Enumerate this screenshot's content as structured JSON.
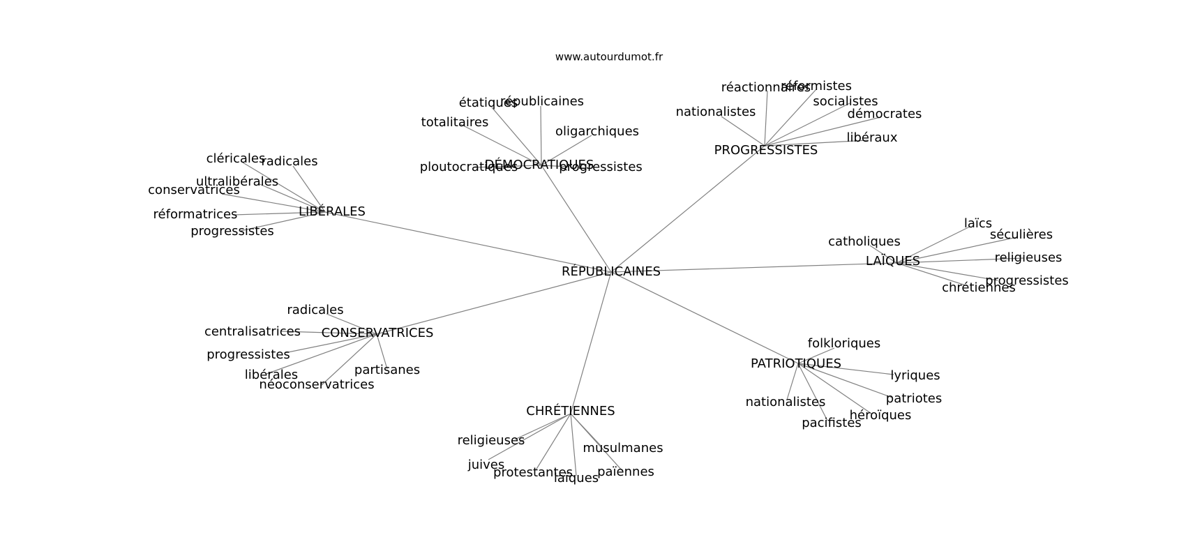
{
  "site": "www.autourdumot.fr",
  "graph": {
    "root": "RÉPUBLICAINES",
    "clusters": [
      {
        "id": "liberales",
        "label": "LIBÉRALES",
        "leaves": [
          "cléricales",
          "radicales",
          "ultralibérales",
          "conservatrices",
          "réformatrices",
          "progressistes"
        ]
      },
      {
        "id": "democratiques",
        "label": "DÉMOCRATIQUES",
        "leaves": [
          "étatiques",
          "républicaines",
          "totalitaires",
          "oligarchiques",
          "ploutocratiques",
          "progressistes"
        ]
      },
      {
        "id": "progressistes",
        "label": "PROGRESSISTES",
        "leaves": [
          "réactionnaires",
          "réformistes",
          "nationalistes",
          "socialistes",
          "démocrates",
          "libéraux"
        ]
      },
      {
        "id": "laiques",
        "label": "LAÏQUES",
        "leaves": [
          "laïcs",
          "catholiques",
          "séculières",
          "religieuses",
          "progressistes",
          "chrétiennes"
        ]
      },
      {
        "id": "conservatrices",
        "label": "CONSERVATRICES",
        "leaves": [
          "radicales",
          "centralisatrices",
          "progressistes",
          "libérales",
          "partisanes",
          "néoconservatrices"
        ]
      },
      {
        "id": "patriotiques",
        "label": "PATRIOTIQUES",
        "leaves": [
          "folkloriques",
          "lyriques",
          "nationalistes",
          "patriotes",
          "héroïques",
          "pacifistes"
        ]
      },
      {
        "id": "chretiennes",
        "label": "CHRÉTIENNES",
        "leaves": [
          "religieuses",
          "musulmanes",
          "juives",
          "protestantes",
          "païennes",
          "laïques"
        ]
      }
    ]
  }
}
